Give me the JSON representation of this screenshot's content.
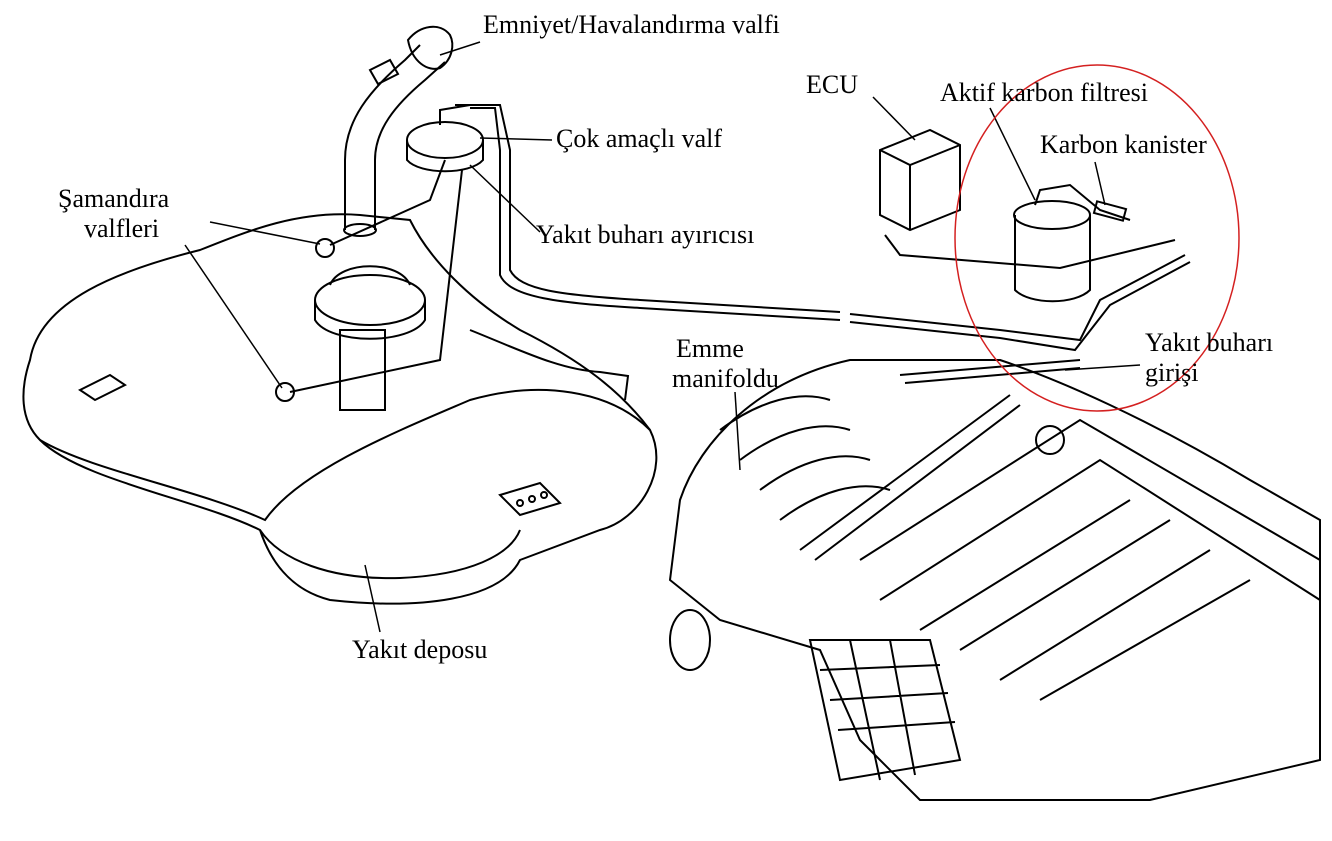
{
  "labels": {
    "safety_vent_valve": "Emniyet/Havalandırma valfi",
    "multi_purpose_valve": "Çok amaçlı valf",
    "vapor_separator": "Yakıt buharı ayırıcısı",
    "float_valves_line1": "Şamandıra",
    "float_valves_line2": "valfleri",
    "ecu": "ECU",
    "active_carbon_filter": "Aktif karbon filtresi",
    "carbon_canister": "Karbon kanister",
    "intake_manifold_line1": "Emme",
    "intake_manifold_line2": "manifoldu",
    "vapor_inlet_line1": "Yakıt buharı",
    "vapor_inlet_line2": "girişi",
    "fuel_tank": "Yakıt deposu"
  },
  "colors": {
    "highlight": "#d42020",
    "line": "#000000"
  }
}
